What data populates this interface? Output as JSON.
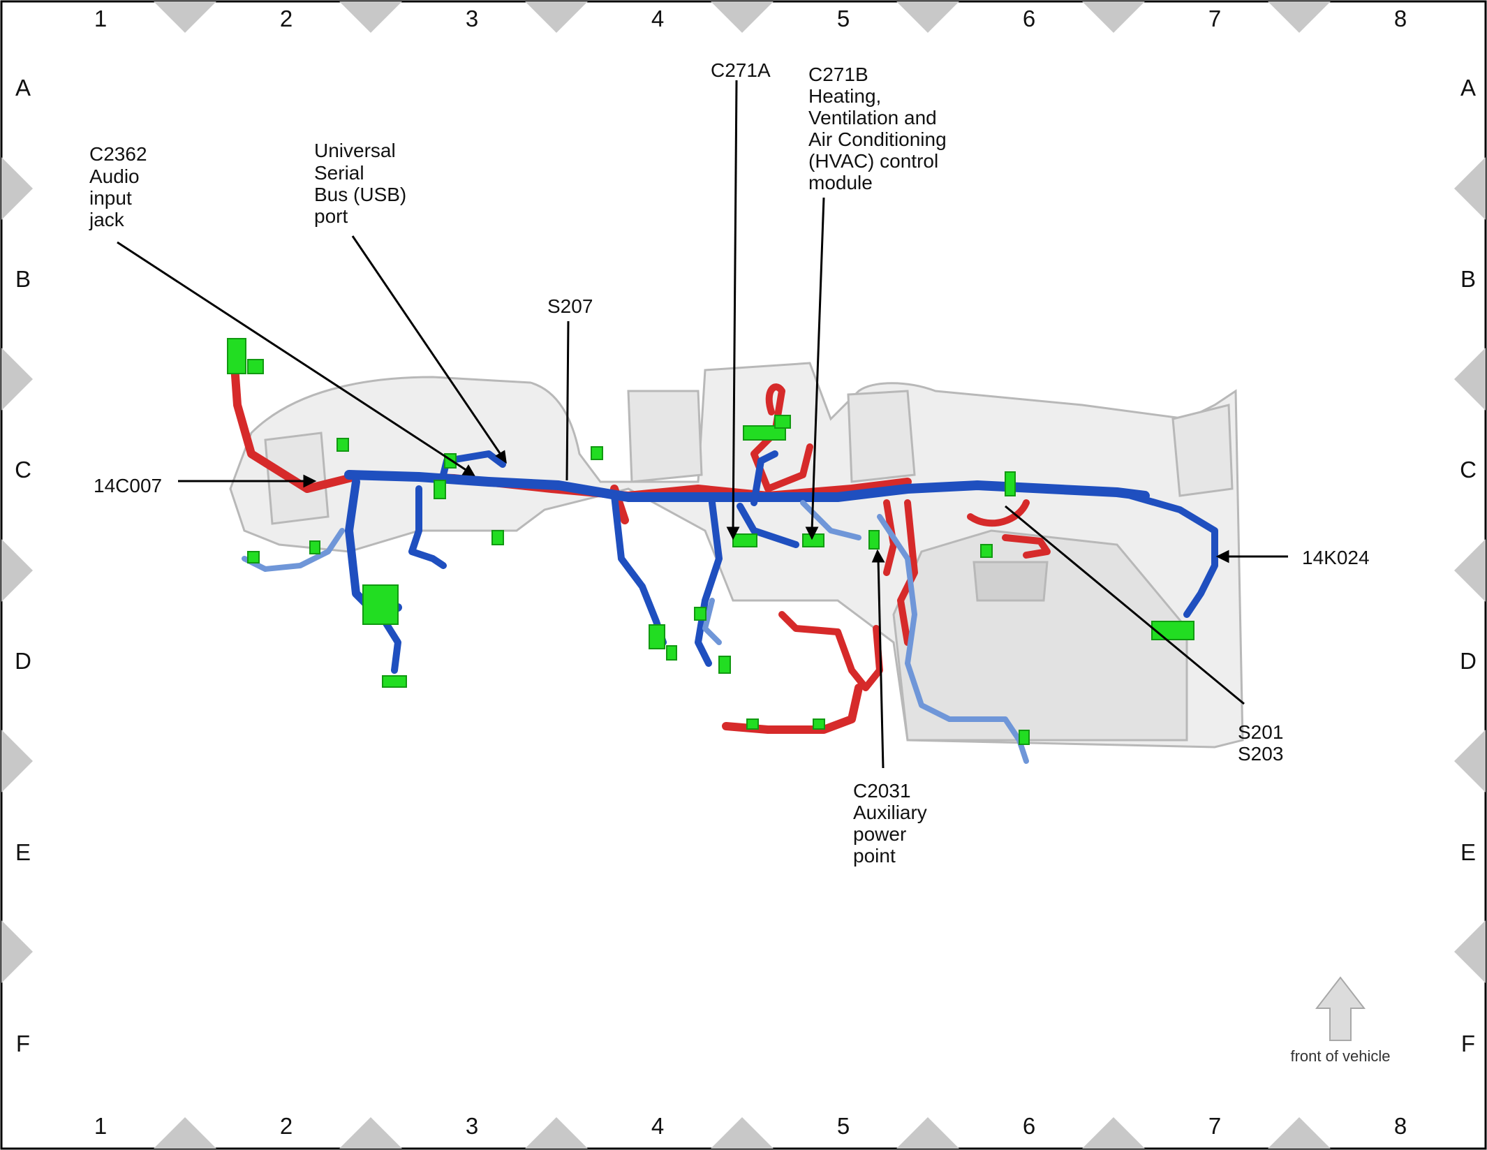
{
  "grid": {
    "columns": [
      "1",
      "2",
      "3",
      "4",
      "5",
      "6",
      "7",
      "8"
    ],
    "rows": [
      "A",
      "B",
      "C",
      "D",
      "E",
      "F"
    ]
  },
  "colors": {
    "frame": "#000000",
    "marker": "#c8c8c8",
    "harness_blue": "#1f4fbf",
    "harness_light_blue": "#6f96d8",
    "harness_red": "#d62a2a",
    "connector_green": "#22dd22",
    "dashboard_gray": "#d9d9d9",
    "arrow_gray": "#dcdcdc"
  },
  "labels": {
    "c2362": [
      "C2362",
      "Audio",
      "input",
      "jack"
    ],
    "usb": [
      "Universal",
      "Serial",
      "Bus (USB)",
      "port"
    ],
    "s207": [
      "S207"
    ],
    "c271a": [
      "C271A"
    ],
    "c271b": [
      "C271B",
      "Heating,",
      "Ventilation and",
      "Air Conditioning",
      "(HVAC) control",
      "module"
    ],
    "c14c007": [
      "14C007"
    ],
    "k14k024": [
      "14K024"
    ],
    "s201": [
      "S201",
      "S203"
    ],
    "c2031": [
      "C2031",
      "Auxiliary",
      "power",
      "point"
    ]
  },
  "orientation": {
    "text": "front of vehicle",
    "icon": "up-arrow-icon"
  }
}
